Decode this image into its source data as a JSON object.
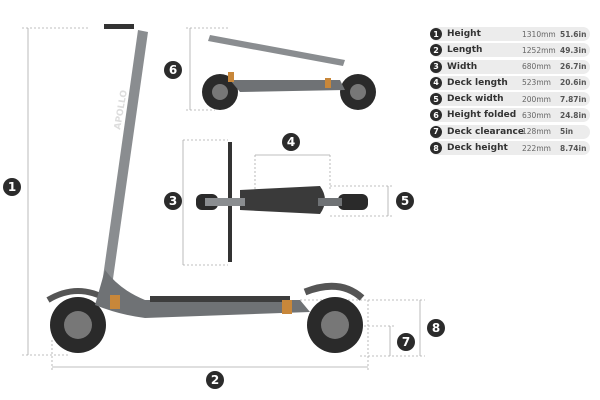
{
  "logo_text": "APOLLO",
  "specs": [
    {
      "num": "1",
      "label": "Height",
      "mm": "1310mm",
      "in": "51.6in"
    },
    {
      "num": "2",
      "label": "Length",
      "mm": "1252mm",
      "in": "49.3in"
    },
    {
      "num": "3",
      "label": "Width",
      "mm": "680mm",
      "in": "26.7in"
    },
    {
      "num": "4",
      "label": "Deck length",
      "mm": "523mm",
      "in": "20.6in"
    },
    {
      "num": "5",
      "label": "Deck width",
      "mm": "200mm",
      "in": "7.87in"
    },
    {
      "num": "6",
      "label": "Height folded",
      "mm": "630mm",
      "in": "24.8in"
    },
    {
      "num": "7",
      "label": "Deck clearance",
      "mm": "128mm",
      "in": "5in"
    },
    {
      "num": "8",
      "label": "Deck height",
      "mm": "222mm",
      "in": "8.74in"
    }
  ],
  "colors": {
    "marker": "#2b2b2b",
    "body": "#8a8d90",
    "accent": "#c8873a",
    "row_bg": "#ececec"
  }
}
